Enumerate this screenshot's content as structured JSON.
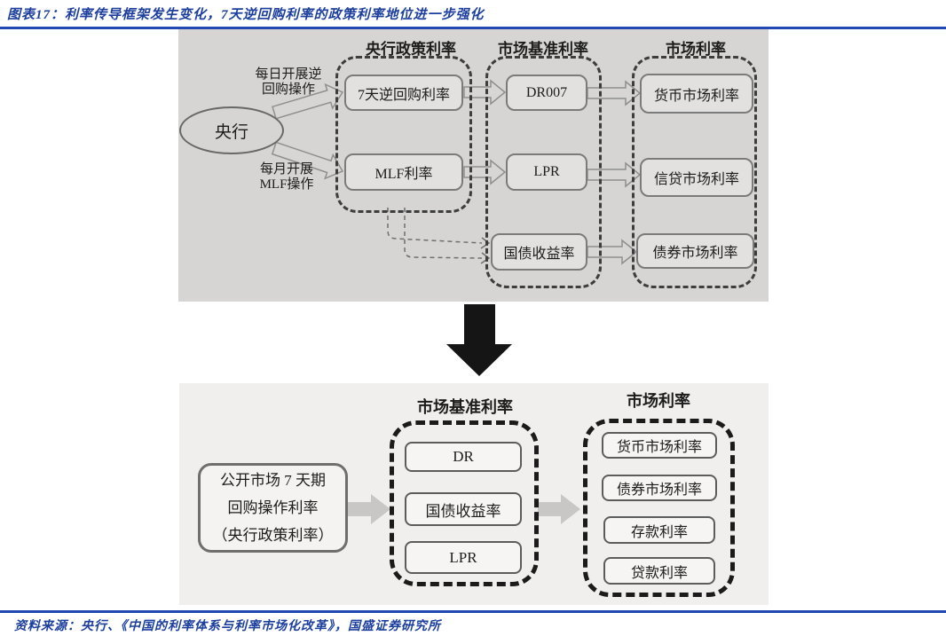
{
  "figure": {
    "title": "图表17：利率传导框架发生变化，7天逆回购利率的政策利率地位进一步强化",
    "source": "资料来源：央行、《中国的利率体系与利率市场化改革》，国盛证券研究所"
  },
  "colors": {
    "heading_blue": "#1c3f9e",
    "rule_blue": "#2148b1",
    "top_panel_bg": "#d6d5d3",
    "bottom_panel_bg": "#f0efed",
    "big_arrow": "#151515"
  },
  "top_diagram": {
    "actor": "央行",
    "daily_label": [
      "每日开展逆",
      "回购操作"
    ],
    "monthly_label": [
      "每月开展",
      "MLF操作"
    ],
    "col_policy": {
      "header": "央行政策利率",
      "box_repo7d": "7天逆回购利率",
      "box_mlf": "MLF利率"
    },
    "col_benchmark": {
      "header": "市场基准利率",
      "box_dr007": "DR007",
      "box_lpr": "LPR",
      "box_bond_yield": "国债收益率"
    },
    "col_market": {
      "header": "市场利率",
      "box_money": "货币市场利率",
      "box_credit": "信贷市场利率",
      "box_bond": "债券市场利率"
    }
  },
  "bottom_diagram": {
    "policy_box": [
      "公开市场 7 天期",
      "回购操作利率",
      "（央行政策利率）"
    ],
    "col_benchmark": {
      "header": "市场基准利率",
      "box_dr": "DR",
      "box_bond_yield": "国债收益率",
      "box_lpr": "LPR"
    },
    "col_market": {
      "header": "市场利率",
      "box_money": "货币市场利率",
      "box_bond": "债券市场利率",
      "box_deposit": "存款利率",
      "box_loan": "贷款利率"
    }
  }
}
